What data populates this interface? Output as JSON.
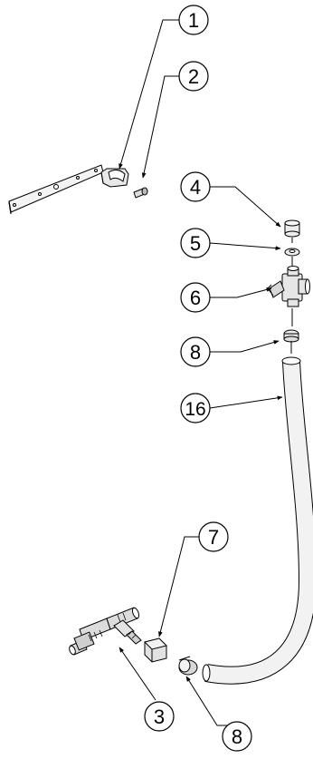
{
  "callouts": [
    {
      "id": "c1",
      "label": "1"
    },
    {
      "id": "c2",
      "label": "2"
    },
    {
      "id": "c4",
      "label": "4"
    },
    {
      "id": "c5",
      "label": "5"
    },
    {
      "id": "c6",
      "label": "6"
    },
    {
      "id": "c8a",
      "label": "8"
    },
    {
      "id": "c16",
      "label": "16"
    },
    {
      "id": "c7",
      "label": "7"
    },
    {
      "id": "c3",
      "label": "3"
    },
    {
      "id": "c8b",
      "label": "8"
    }
  ]
}
